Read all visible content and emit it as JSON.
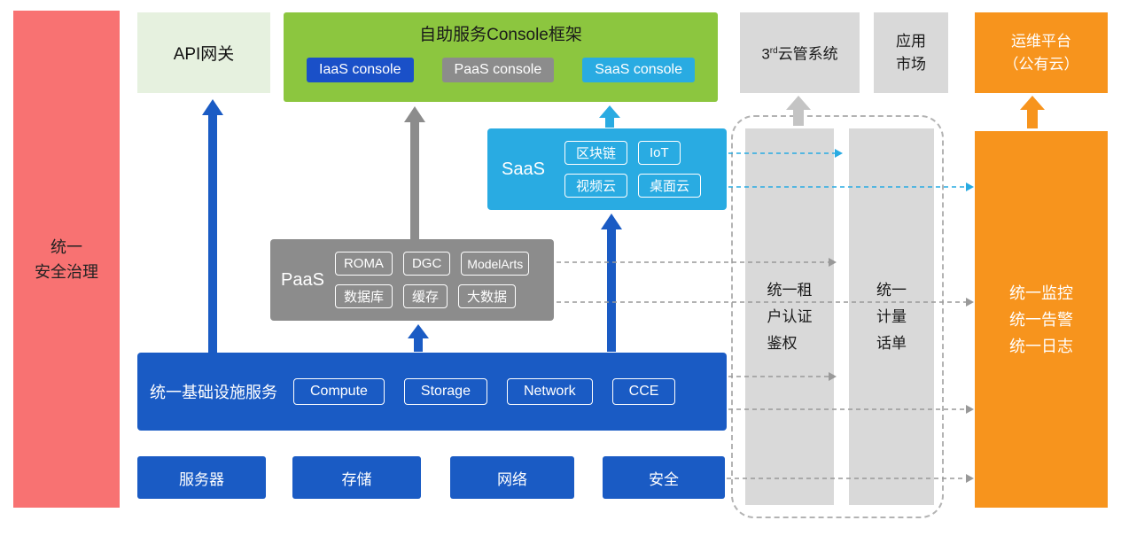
{
  "colors": {
    "blue": "#1A5BC4",
    "gray": "#8C8C8C",
    "light_gray": "#D9D9D9",
    "light_blue": "#29ABE2",
    "green": "#8CC63F",
    "light_green": "#E6F1DF",
    "orange": "#F7941D",
    "red": "#F87272"
  },
  "security_bar": {
    "label": "统一\n安全治理"
  },
  "api_gateway": {
    "label": "API网关"
  },
  "console_framework": {
    "title": "自助服务Console框架",
    "consoles": [
      {
        "id": "iaas",
        "label": "IaaS console"
      },
      {
        "id": "paas",
        "label": "PaaS console"
      },
      {
        "id": "saas",
        "label": "SaaS console"
      }
    ]
  },
  "third_party_cms": {
    "num": "3",
    "sup": "rd",
    "rest": "云管系统"
  },
  "app_market": {
    "label": "应用\n市场"
  },
  "ops_platform": {
    "label": "运维平台\n（公有云）"
  },
  "saas_box": {
    "label": "SaaS",
    "chips": [
      "区块链",
      "IoT",
      "视频云",
      "桌面云"
    ]
  },
  "paas_box": {
    "label": "PaaS",
    "chips": [
      "ROMA",
      "DGC",
      "ModelArts",
      "数据库",
      "缓存",
      "大数据"
    ]
  },
  "infra_box": {
    "label": "统一基础设施服务",
    "chips": [
      "Compute",
      "Storage",
      "Network",
      "CCE"
    ]
  },
  "hardware_row": [
    "服务器",
    "存储",
    "网络",
    "安全"
  ],
  "auth_bar": {
    "label": "统一租\n户认证\n鉴权"
  },
  "metering_bar": {
    "label": "统一\n计量\n话单"
  },
  "monitoring_bar": {
    "label": "统一监控\n统一告警\n统一日志"
  }
}
